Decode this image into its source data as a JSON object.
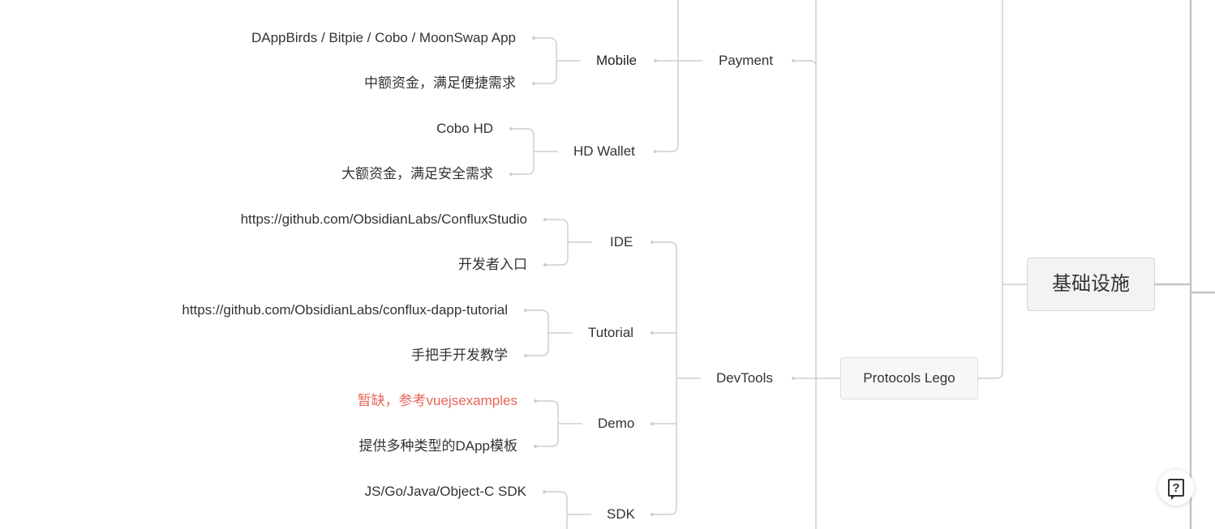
{
  "mindmap": {
    "root": {
      "label": "基础设施"
    },
    "protocols_lego": {
      "label": "Protocols Lego"
    },
    "payment": {
      "label": "Payment",
      "mobile": {
        "label": "Mobile",
        "children": [
          "DAppBirds / Bitpie / Cobo / MoonSwap App",
          "中额资金，满足便捷需求"
        ]
      },
      "hd_wallet": {
        "label": "HD Wallet",
        "children": [
          "Cobo HD",
          "大额资金，满足安全需求"
        ]
      }
    },
    "devtools": {
      "label": "DevTools",
      "ide": {
        "label": "IDE",
        "children": [
          "https://github.com/ObsidianLabs/ConfluxStudio",
          "开发者入口"
        ]
      },
      "tutorial": {
        "label": "Tutorial",
        "children": [
          "https://github.com/ObsidianLabs/conflux-dapp-tutorial",
          "手把手开发教学"
        ]
      },
      "demo": {
        "label": "Demo",
        "children": [
          "暂缺，参考vuejsexamples",
          "提供多种类型的DApp模板"
        ]
      },
      "sdk": {
        "label": "SDK",
        "children": [
          "JS/Go/Java/Object-C SDK"
        ]
      }
    }
  },
  "help": {
    "icon": "help-question-icon",
    "glyph": "?"
  },
  "colors": {
    "line": "#cfcfcf",
    "highlight": "#e8645a",
    "text": "#333333"
  }
}
